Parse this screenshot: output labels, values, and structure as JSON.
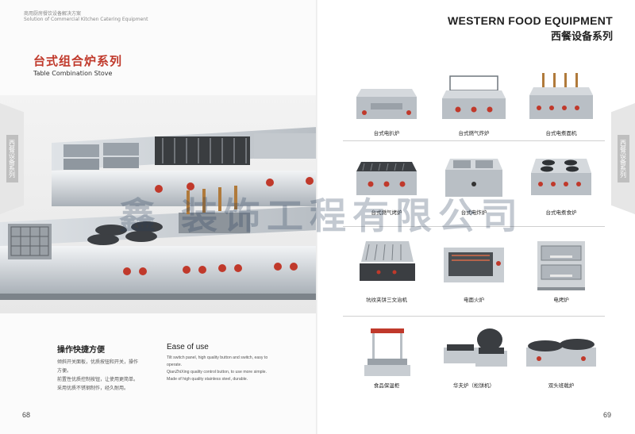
{
  "header_left": {
    "line1": "商用厨房餐饮设备解决方案",
    "line2": "Solution of Commercial Kitchen Catering Equipment"
  },
  "brand": {
    "title_en": "WESTERN FOOD EQUIPMENT",
    "title_cn": "西餐设备系列"
  },
  "section": {
    "title_cn": "台式组合炉系列",
    "title_en": "Table Combination Stove"
  },
  "side_tab_left": {
    "label": "西餐设备系列"
  },
  "side_tab_right": {
    "label": "西餐设备系列"
  },
  "features_cn": {
    "heading": "操作快捷方便",
    "lines": [
      "倾斜开关面板，优质按钮和开关，操作",
      "方便。",
      "前置性优质控制按钮，让使用更简单。",
      "采用优质不锈钢制作，经久耐用。"
    ]
  },
  "features_en": {
    "heading": "Ease of use",
    "lines": [
      "Tilt switch panel, high quality button and switch, easy to",
      "operate.",
      "QianZhiXing quality control button, to use more simple.",
      "Made of high quality stainless steel, durable."
    ]
  },
  "products": [
    {
      "label": "台式电扒炉",
      "icon": "griddle-icon"
    },
    {
      "label": "台式燃气炸炉",
      "icon": "gas-fryer-icon"
    },
    {
      "label": "台式电煮面机",
      "icon": "noodle-cooker-icon"
    },
    {
      "label": "台式燃气烤炉",
      "icon": "gas-grill-icon"
    },
    {
      "label": "台式电炸炉",
      "icon": "bain-marie-icon"
    },
    {
      "label": "台式电煮食炉",
      "icon": "hot-plate-icon"
    },
    {
      "label": "坑纹夹饼三文治机",
      "icon": "panini-press-icon"
    },
    {
      "label": "电面火炉",
      "icon": "salamander-icon"
    },
    {
      "label": "电烤炉",
      "icon": "deck-oven-icon"
    },
    {
      "label": "食品保温柜",
      "icon": "food-warmer-icon"
    },
    {
      "label": "华夫炉（松饼机）",
      "icon": "waffle-maker-icon"
    },
    {
      "label": "双头班戟炉",
      "icon": "crepe-maker-icon"
    }
  ],
  "watermark": "鑫 装饰工程有限公司",
  "page_left": "68",
  "page_right": "69",
  "colors": {
    "accent": "#c0392b",
    "steel": "#c9ced3",
    "knob": "#c0392b"
  }
}
